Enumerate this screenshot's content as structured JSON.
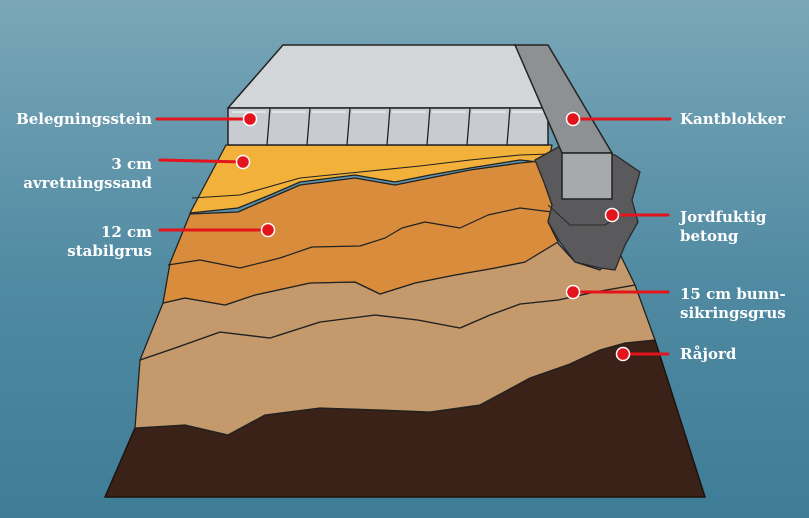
{
  "diagram": {
    "colors": {
      "background_top": "#7aa6b8",
      "background_bottom": "#3f7c96",
      "paver_top": "#d3d6d9",
      "paver_side": "#c8ccd0",
      "curb": "#8e9194",
      "curb_front": "#a7aaad",
      "sand": "#f2b13a",
      "gravel": "#d98c3c",
      "subbase": "#c49a6c",
      "soil": "#3a2219",
      "concrete": "#5a5a5c",
      "marker": "#e3141b"
    },
    "labels": {
      "paving_stone": "Belegningsstein",
      "sand": "3 cm\navretningssand",
      "gravel": "12 cm\nstabilgrus",
      "curb": "Kantblokker",
      "concrete": "Jordfuktig\nbetong",
      "subbase": "15 cm bunn-\nsikringsgrus",
      "soil": "Råjord"
    }
  }
}
